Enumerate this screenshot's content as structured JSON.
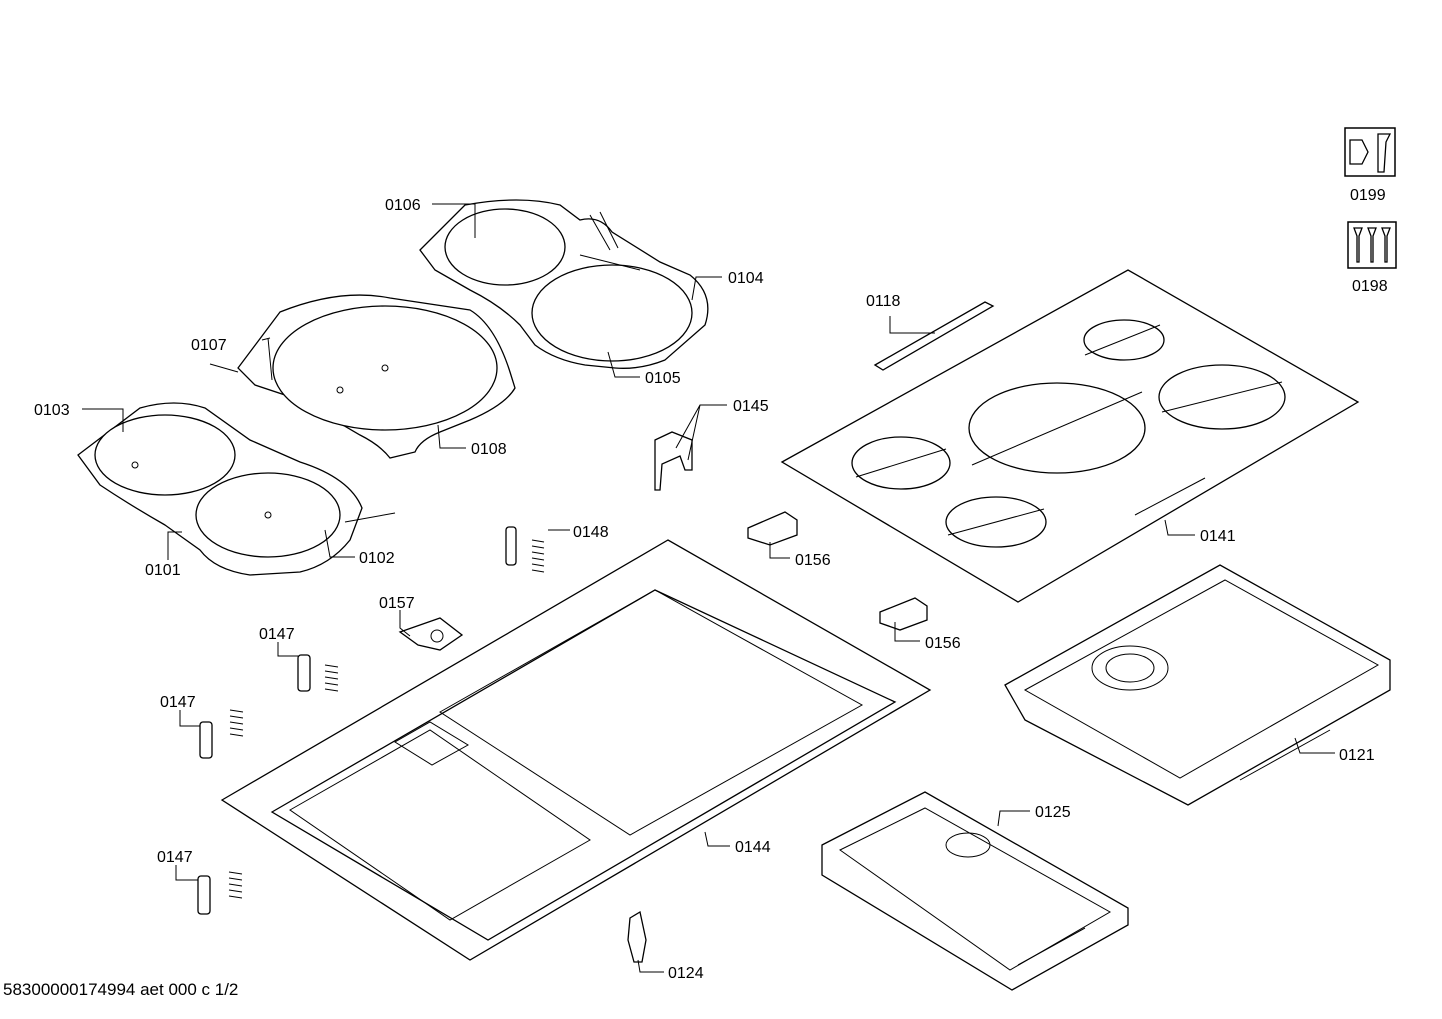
{
  "labels": {
    "p0106": "0106",
    "p0104": "0104",
    "p0107": "0107",
    "p0105": "0105",
    "p0103": "0103",
    "p0108": "0108",
    "p0101": "0101",
    "p0102": "0102",
    "p0118": "0118",
    "p0145": "0145",
    "p0148": "0148",
    "p0156a": "0156",
    "p0156b": "0156",
    "p0141": "0141",
    "p0157": "0157",
    "p0147a": "0147",
    "p0147b": "0147",
    "p0147c": "0147",
    "p0121": "0121",
    "p0125": "0125",
    "p0144": "0144",
    "p0124": "0124",
    "p0199": "0199",
    "p0198": "0198"
  },
  "icons": {
    "tools": "hex-nut-and-wrench-icon",
    "fasteners": "screws-icon"
  },
  "footer": "58300000174994 aet 000 c 1/2"
}
